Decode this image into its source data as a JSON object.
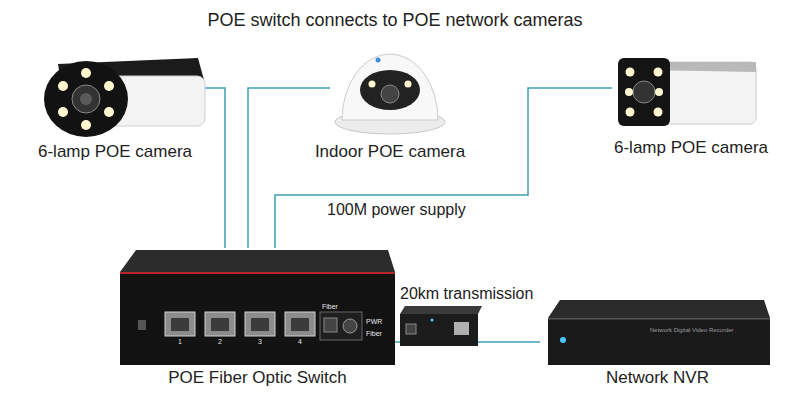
{
  "diagram": {
    "title": "POE switch connects to POE network cameras",
    "nodes": [
      {
        "text": [
          "6-lamp POE camera"
        ]
      },
      {
        "text": [
          "Indoor POE camera"
        ]
      },
      {
        "text": [
          "6-lamp POE camera"
        ]
      },
      {
        "text": [
          "POE Fiber Optic Switch"
        ]
      },
      {
        "text": [
          "Network NVR"
        ]
      }
    ],
    "edges": [
      {
        "from": 3,
        "to": 0,
        "arrow": "none"
      },
      {
        "from": 3,
        "to": 1,
        "arrow": "none"
      },
      {
        "from": 3,
        "to": 2,
        "label": "100M power supply",
        "arrow": "none"
      },
      {
        "from": 3,
        "to": 4,
        "label": "20km transmission",
        "arrow": "none"
      }
    ],
    "labels": [
      "1",
      "2",
      "3",
      "4",
      "Fiber",
      "PWR",
      "Fiber",
      "Network Digital Video Recorder"
    ]
  }
}
